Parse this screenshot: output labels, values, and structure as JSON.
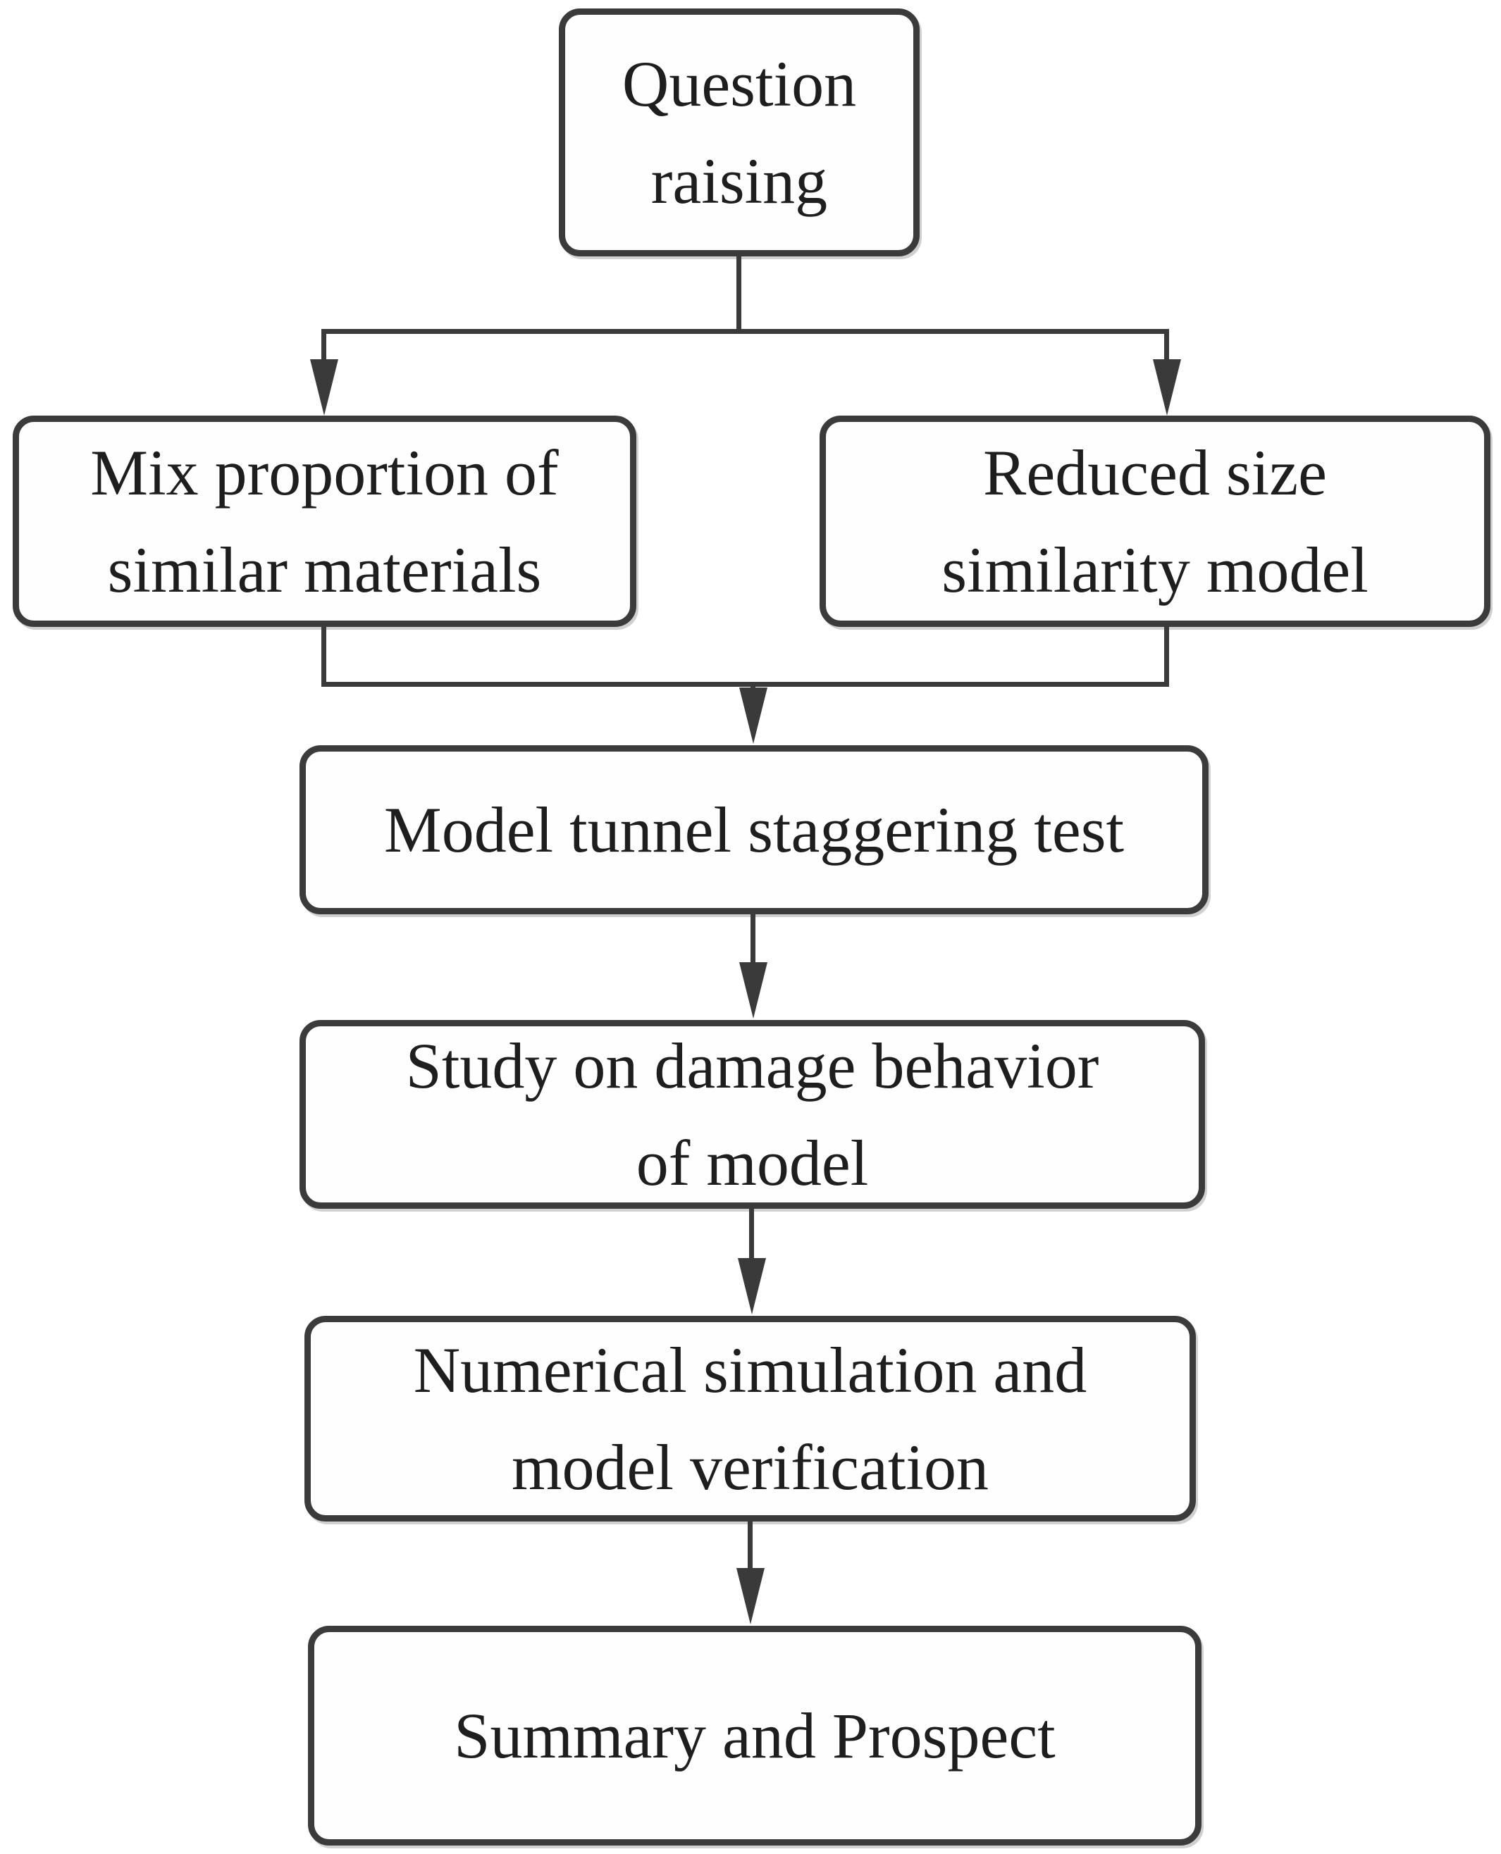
{
  "diagram": {
    "type": "flowchart",
    "nodes": {
      "question_raising": {
        "label": "Question\nraising"
      },
      "mix_proportion": {
        "label": "Mix proportion of\nsimilar materials"
      },
      "reduced_size": {
        "label": "Reduced size\nsimilarity model"
      },
      "model_tunnel": {
        "label": "Model tunnel staggering test"
      },
      "study_damage": {
        "label": "Study on damage behavior\nof model"
      },
      "numerical_simulation": {
        "label": "Numerical simulation and\nmodel verification"
      },
      "summary_prospect": {
        "label": "Summary and Prospect"
      }
    },
    "edges": [
      {
        "from": "question_raising",
        "to": "mix_proportion"
      },
      {
        "from": "question_raising",
        "to": "reduced_size"
      },
      {
        "from": "mix_proportion",
        "to": "model_tunnel"
      },
      {
        "from": "reduced_size",
        "to": "model_tunnel"
      },
      {
        "from": "model_tunnel",
        "to": "study_damage"
      },
      {
        "from": "study_damage",
        "to": "numerical_simulation"
      },
      {
        "from": "numerical_simulation",
        "to": "summary_prospect"
      }
    ],
    "colors": {
      "line": "#3a3a3a",
      "border": "#3b3b3b",
      "text": "#1e1e1e",
      "background": "#ffffff"
    }
  }
}
